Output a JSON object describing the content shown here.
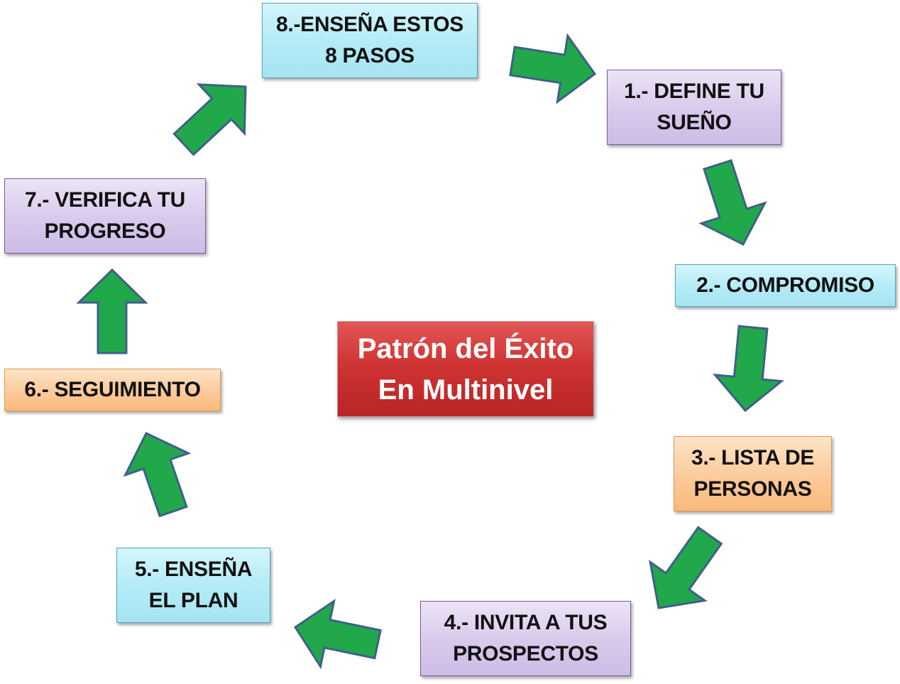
{
  "title": "Patrón del Éxito\nEn Multinivel",
  "steps": {
    "s1": "1.- DEFINE TU\nSUEÑO",
    "s2": "2.- COMPROMISO",
    "s3": "3.- LISTA DE\nPERSONAS",
    "s4": "4.- INVITA A TUS\nPROSPECTOS",
    "s5": "5.- ENSEÑA\nEL PLAN",
    "s6": "6.- SEGUIMIENTO",
    "s7": "7.- VERIFICA TU\nPROGRESO",
    "s8": "8.-ENSEÑA ESTOS\n8 PASOS"
  },
  "colors": {
    "arrow_fill": "#21a84a",
    "arrow_stroke": "#3f5f8c",
    "title_fill": "#cf3434"
  }
}
